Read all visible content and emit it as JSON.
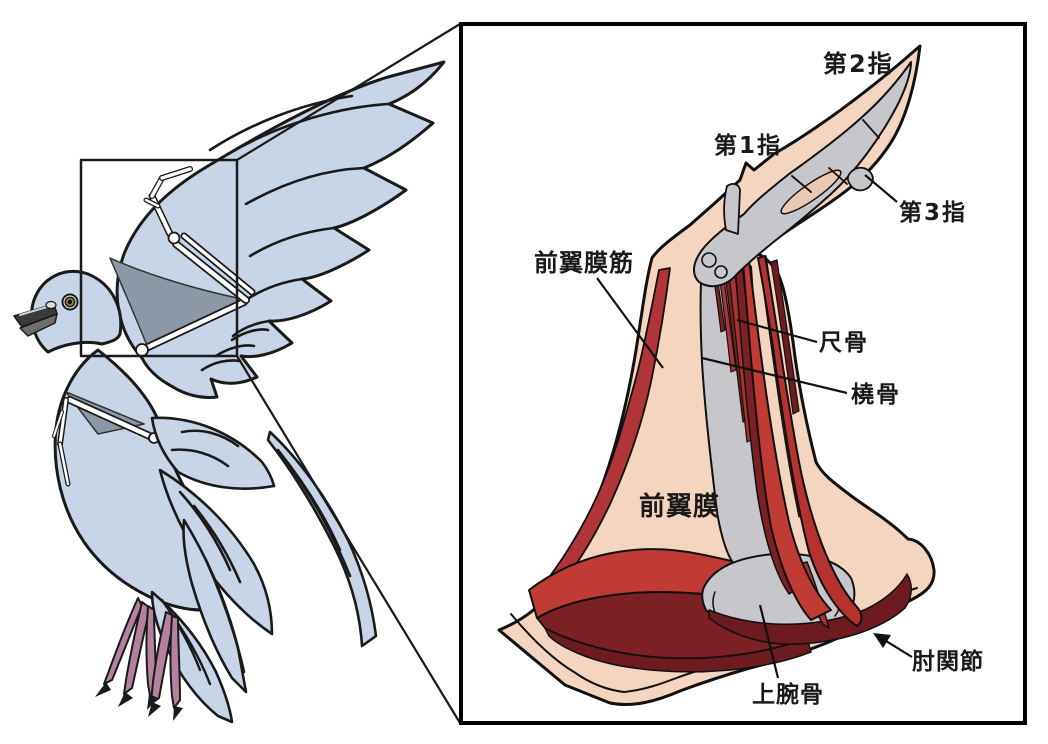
{
  "figure": {
    "panel_labels": {
      "digit2": "第2指",
      "digit1": "第1指",
      "digit3": "第3指",
      "propatagial_muscle": "前翼膜筋",
      "ulna": "尺骨",
      "radius": "橈骨",
      "propatagium": "前翼膜",
      "humerus": "上腕骨",
      "elbow_joint": "肘関節"
    },
    "colors": {
      "background": "#ffffff",
      "bird_body_blue": "#c7d5e6",
      "propatagium_gray": "#8d98a6",
      "bone_white": "#ffffff",
      "outline_black": "#1a1a1a",
      "skin_peach": "#f3d5c0",
      "bone_gray": "#c7c7cb",
      "muscle_red_bright": "#bf3b33",
      "muscle_red_mid": "#a93330",
      "muscle_red_dark": "#7c2025",
      "muscle_red_deep": "#6d1a20",
      "feet_mauve": "#b4819e",
      "eye_iris": "#8f7d36"
    }
  }
}
